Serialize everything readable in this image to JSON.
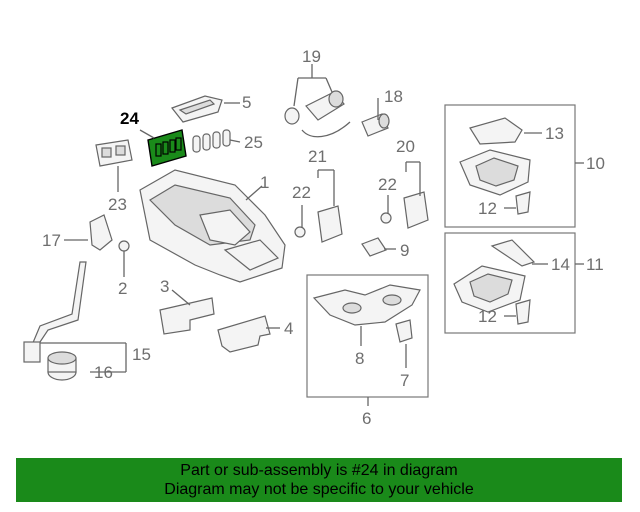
{
  "callouts": {
    "c1": "1",
    "c2": "2",
    "c3": "3",
    "c4": "4",
    "c5": "5",
    "c6": "6",
    "c7": "7",
    "c8": "8",
    "c9": "9",
    "c10": "10",
    "c11": "11",
    "c12a": "12",
    "c12b": "12",
    "c13": "13",
    "c14": "14",
    "c15": "15",
    "c16": "16",
    "c17": "17",
    "c18": "18",
    "c19": "19",
    "c20": "20",
    "c21": "21",
    "c22a": "22",
    "c22b": "22",
    "c23": "23",
    "c24": "24",
    "c25": "25"
  },
  "highlight": {
    "part_number": "24",
    "color": "#1a8a1a"
  },
  "banner": {
    "line1": "Part or sub-assembly is #24 in diagram",
    "line2": "Diagram may not be specific to your vehicle",
    "color": "#1a8a1a"
  }
}
